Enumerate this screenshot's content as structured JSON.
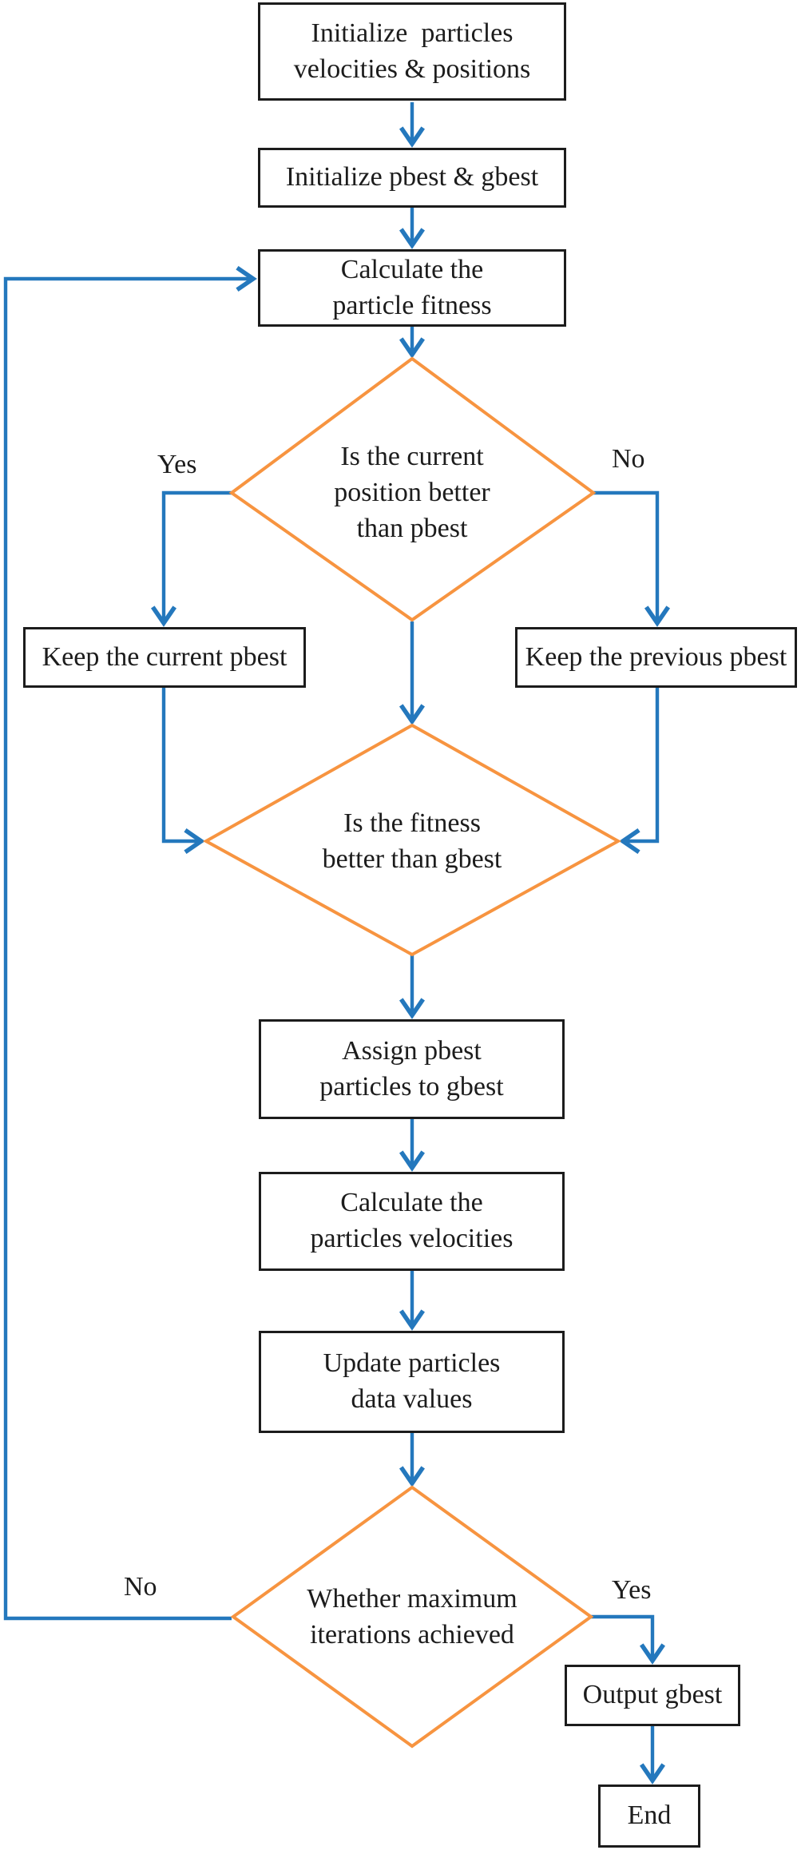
{
  "figure": {
    "type": "flowchart",
    "description_visible": ""
  },
  "colors": {
    "connector_blue": "#2478bd",
    "diamond_orange": "#f79440",
    "box_border_black": "#1c1c1c",
    "text_black": "#1c1c1c",
    "background": "#ffffff"
  },
  "nodes": {
    "init_particles": {
      "shape": "rect",
      "lines": [
        "Initialize  particles",
        "velocities & positions"
      ]
    },
    "init_pbest_gbest": {
      "shape": "rect",
      "lines": [
        "Initialize pbest & gbest"
      ]
    },
    "calc_fitness": {
      "shape": "rect",
      "lines": [
        "Calculate the",
        "particle fitness"
      ]
    },
    "decision_position_pbest": {
      "shape": "diamond",
      "lines": [
        "Is the current",
        "position better",
        "than pbest"
      ]
    },
    "keep_current_pbest": {
      "shape": "rect",
      "lines": [
        "Keep the current pbest"
      ]
    },
    "keep_previous_pbest": {
      "shape": "rect",
      "lines": [
        "Keep the previous pbest"
      ]
    },
    "decision_fitness_gbest": {
      "shape": "diamond",
      "lines": [
        "Is the fitness",
        "better than gbest"
      ]
    },
    "assign_pbest_gbest": {
      "shape": "rect",
      "lines": [
        "Assign pbest",
        "particles to gbest"
      ]
    },
    "calc_velocities": {
      "shape": "rect",
      "lines": [
        "Calculate the",
        "particles velocities"
      ]
    },
    "update_particles": {
      "shape": "rect",
      "lines": [
        "Update particles",
        "data values"
      ]
    },
    "decision_max_iterations": {
      "shape": "diamond",
      "lines": [
        "Whether maximum",
        "iterations achieved"
      ]
    },
    "output_gbest": {
      "shape": "rect",
      "lines": [
        "Output gbest"
      ]
    },
    "end": {
      "shape": "rect",
      "lines": [
        "End"
      ]
    }
  },
  "edge_labels": {
    "pbest_yes": "Yes",
    "pbest_no": "No",
    "iterations_no": "No",
    "iterations_yes": "Yes"
  }
}
